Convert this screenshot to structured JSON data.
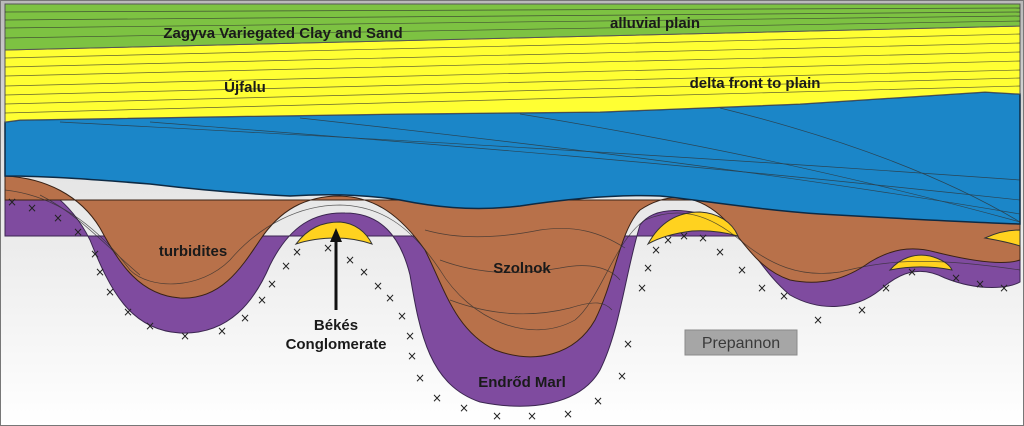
{
  "labels": {
    "zagyva": "Zagyva Variegated Clay and Sand",
    "alluvial": "alluvial plain",
    "ujfalu": "Újfalu",
    "delta": "delta front to plain",
    "turbidites": "turbidites",
    "szolnok": "Szolnok",
    "bekes_line1": "Békés",
    "bekes_line2": "Conglomerate",
    "endrod": "Endrőd Marl",
    "prepannon": "Prepannon"
  },
  "colors": {
    "alluvial_green": "#7dc242",
    "delta_yellow": "#ffff33",
    "blue": "#1b86c8",
    "szolnok_brown": "#b8714a",
    "endrod_purple": "#7f4b9f",
    "conglomerate_yellow": "#ffd21f",
    "basement_grey": "#d4d4d4",
    "prepannon_box": "#a6a6a6"
  },
  "basement_symbol": "×"
}
